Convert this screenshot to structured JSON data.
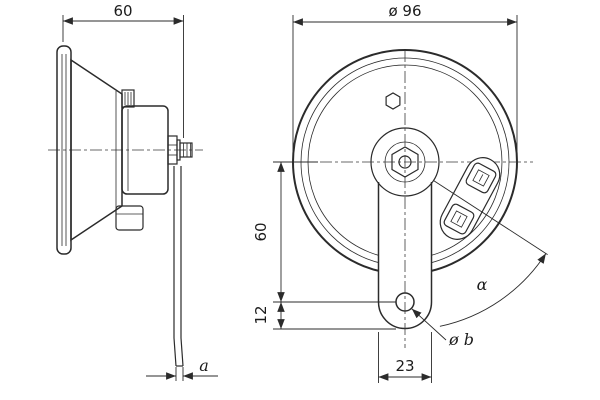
{
  "colors": {
    "ink": "#2b2b2b",
    "background": "#ffffff"
  },
  "side_view": {
    "depth_dim": "60",
    "thickness_dim": "a"
  },
  "front_view": {
    "diameter_dim": "ø 96",
    "vertical_dim": "60",
    "offset_dim": "12",
    "width_dim": "23",
    "hole_dim": "ø b",
    "angle_dim": "α"
  }
}
